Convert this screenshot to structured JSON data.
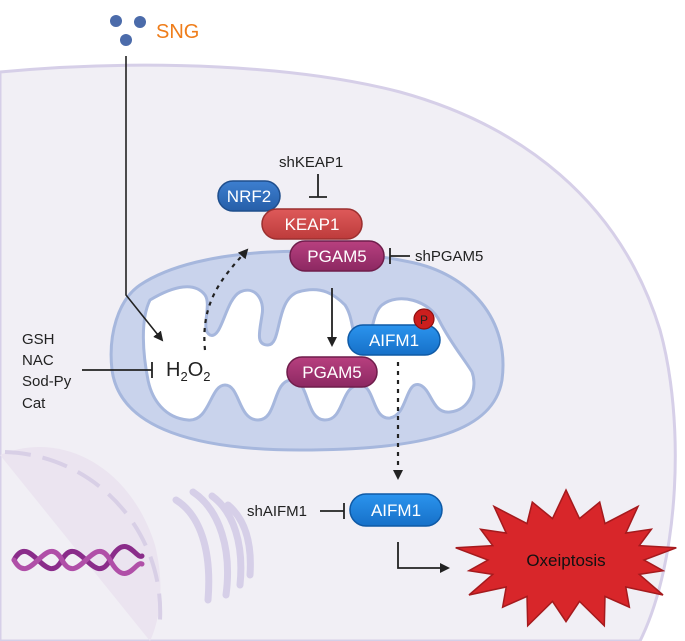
{
  "stimulus": {
    "label": "SNG"
  },
  "inhibitors": {
    "items": [
      "GSH",
      "NAC",
      "Sod-Py",
      "Cat"
    ]
  },
  "ros": {
    "base": "H",
    "sub1": "2",
    "mid": "O",
    "sub2": "2"
  },
  "proteins": {
    "nrf2": "NRF2",
    "keap1": "KEAP1",
    "pgam5_top": "PGAM5",
    "pgam5_mito": "PGAM5",
    "aifm1_mito": "AIFM1",
    "aifm1_cyto": "AIFM1",
    "phospho": "P"
  },
  "knockdowns": {
    "keap1": "shKEAP1",
    "pgam5": "shPGAM5",
    "aifm1": "shAIFM1"
  },
  "outcome": {
    "label": "Oxeiptosis"
  },
  "colors": {
    "cell_fill": "#f1eff5",
    "cell_border": "#d6cfe8",
    "nrf2": "#2f6fc2",
    "keap1": "#d24a4a",
    "pgam5": "#a3306f",
    "aifm1": "#1e88e5",
    "phospho": "#cc1e1e",
    "oxeiptosis": "#d8262a",
    "sng_text": "#ef7d1a",
    "sng_dots": "#4b6baa",
    "dna": "#8a2c8a"
  }
}
